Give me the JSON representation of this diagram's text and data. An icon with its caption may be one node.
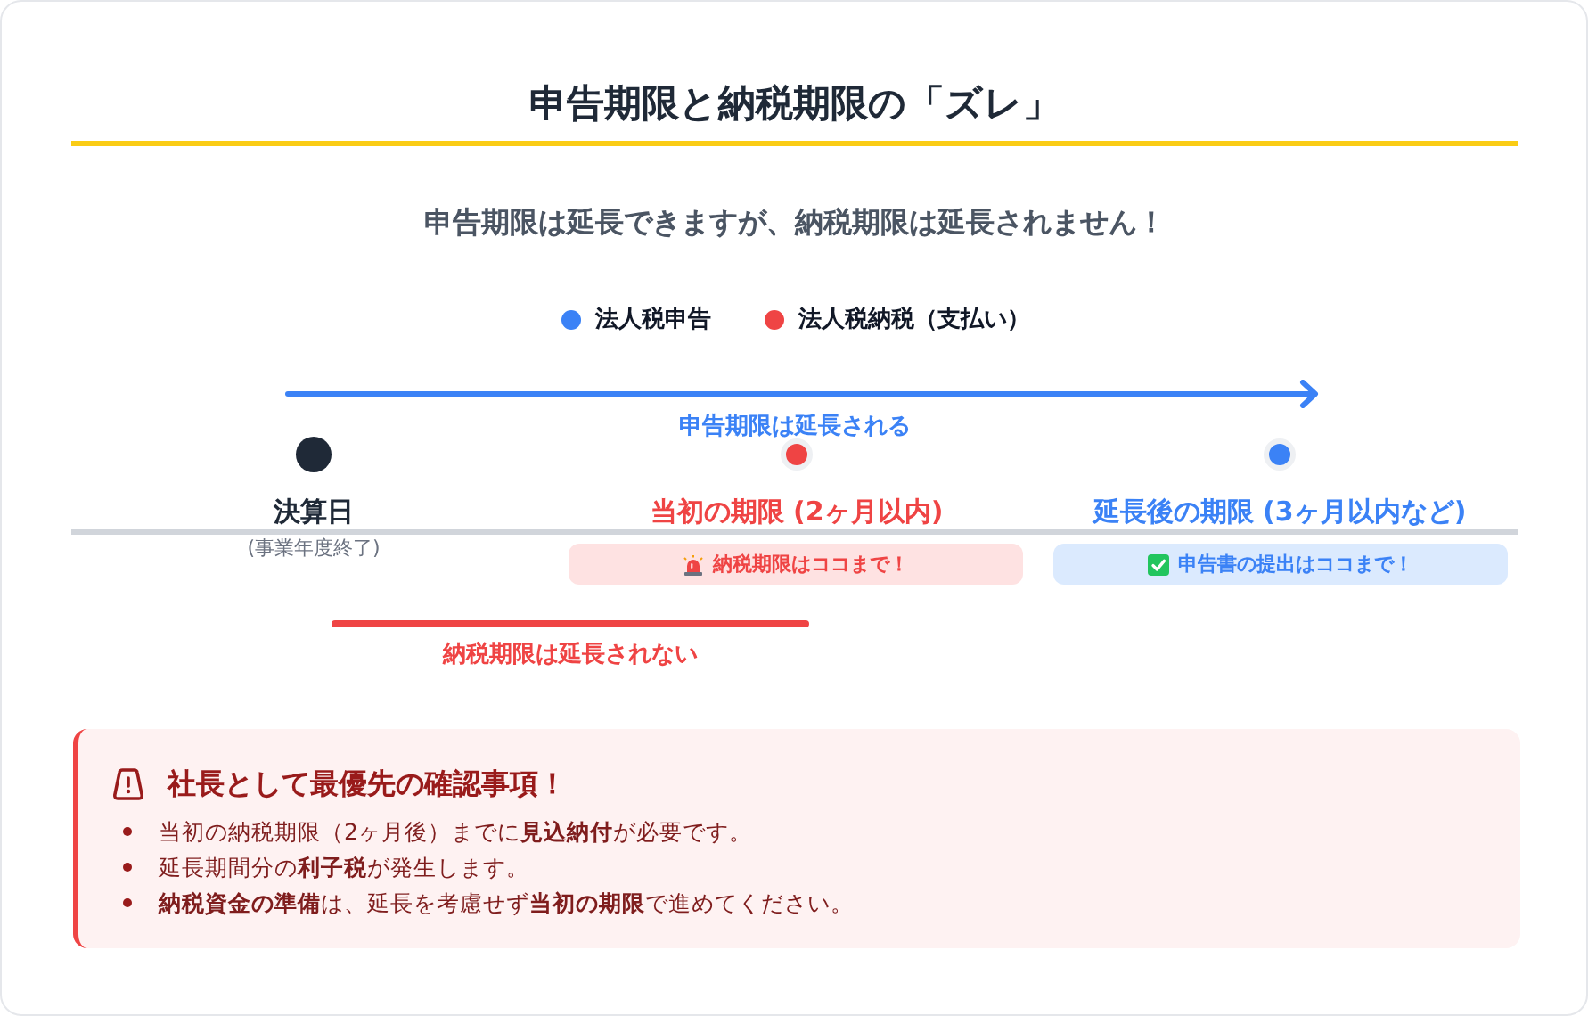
{
  "diagram": {
    "title": "申告期限と納税期限の「ズレ」",
    "nodes": [
      {
        "text": [],
        "shape": "circle",
        "beside": [
          "決算日",
          "(事業年度終了)"
        ]
      },
      {
        "text": [],
        "shape": "circle",
        "beside": [
          "当初の期限 (2ヶ月以内)"
        ]
      },
      {
        "text": [],
        "shape": "circle",
        "beside": [
          "延長後の期限 (3ヶ月以内など)"
        ]
      },
      {
        "text": [
          "納税期限はココまで！"
        ]
      },
      {
        "text": [
          "申告書の提出はココまで！"
        ]
      },
      {
        "text": [
          "社長として最優先の確認事項！",
          "当初の納税期限（2ヶ月後）までに**見込納付**が必要です。",
          "延長期間分の**利子税**が発生します。",
          "**納税資金の準備**は、延長を考慮せず**当初の期限**で進めてください。"
        ]
      }
    ],
    "labels": [
      "申告期限は延長できますが、納税期限は延長されません！",
      "申告期限は延長される",
      "納税期限は延長されない"
    ],
    "legend": [
      {
        "text": "法人税申告",
        "color": "#3b82f6"
      },
      {
        "text": "法人税納税（支払い）",
        "color": "#ef4444"
      }
    ]
  }
}
